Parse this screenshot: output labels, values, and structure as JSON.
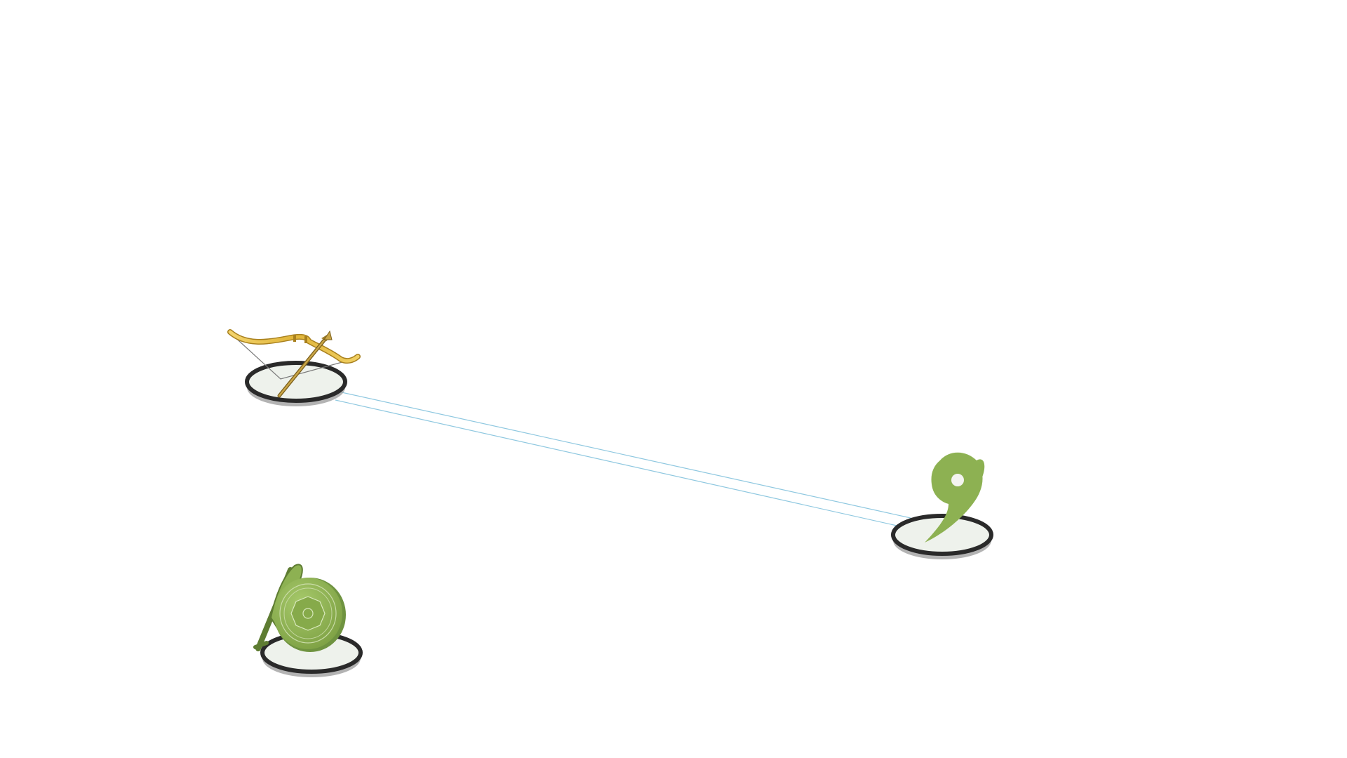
{
  "scene": {
    "background": "#ffffff",
    "connection": {
      "from": "archer",
      "to": "waypoint",
      "style": "double-line",
      "color": "#8fc8e0"
    },
    "units": [
      {
        "id": "archer",
        "icon": "bow-and-arrow-icon",
        "color": "#e0b53a"
      },
      {
        "id": "waypoint",
        "icon": "location-marker-icon",
        "color": "#8db152"
      },
      {
        "id": "shield-bearer",
        "icon": "shield-and-club-icon",
        "color": "#8db152"
      }
    ],
    "colors": {
      "base_ring": "#2a2a2a",
      "base_fill": "#eef2ec",
      "base_shadow": "#9a9a9a",
      "marker_green": "#8db152",
      "marker_green_dark": "#6f9340",
      "bow_gold": "#e0b53a",
      "bow_gold_dark": "#a8801e",
      "arrow_shaft": "#9a7b28"
    }
  }
}
